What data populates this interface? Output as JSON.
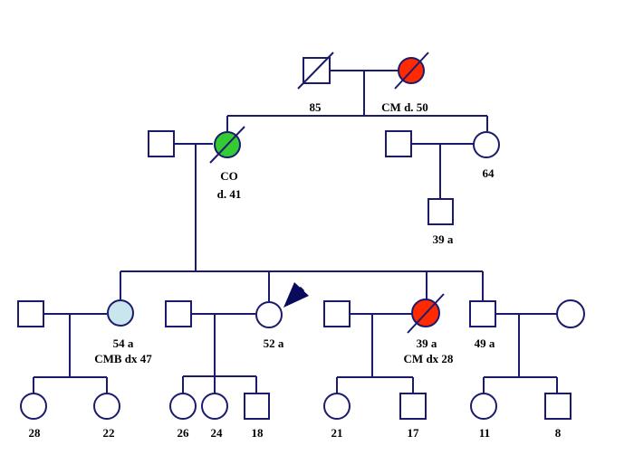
{
  "colors": {
    "line": "#1a1a6e",
    "unaffected": "#ffffff",
    "cm": "#ff2a00",
    "co": "#33cc33",
    "cmb": "#c9e6ee",
    "proband_arrow": "#0a0a5c"
  },
  "generation1": {
    "grandfather": {
      "sex": "male",
      "deceased": true,
      "label": "85"
    },
    "grandmother": {
      "sex": "female",
      "deceased": true,
      "affected": "cm",
      "label": "CM d. 50"
    }
  },
  "generation2": {
    "husband": {
      "sex": "male"
    },
    "mother": {
      "sex": "female",
      "deceased": true,
      "affected": "co",
      "label1": "CO",
      "label2": "d. 41"
    },
    "aunt_husband": {
      "sex": "male"
    },
    "aunt": {
      "sex": "female",
      "label": "64"
    },
    "cousin": {
      "sex": "male",
      "label": "39 a"
    }
  },
  "generation3": {
    "sib1_spouse": {
      "sex": "male"
    },
    "sib1": {
      "sex": "female",
      "affected": "cmb",
      "label1": "54 a",
      "label2": "CMB dx 47"
    },
    "sib2_spouse": {
      "sex": "male"
    },
    "proband": {
      "sex": "female",
      "label": "52 a",
      "is_proband": true
    },
    "sib3_spouse": {
      "sex": "male"
    },
    "sib3": {
      "sex": "female",
      "deceased": true,
      "affected": "cm",
      "label1": "39 a",
      "label2": "CM dx 28"
    },
    "sib4": {
      "sex": "male",
      "label": "49 a"
    },
    "sib4_spouse": {
      "sex": "female"
    }
  },
  "generation4": {
    "children": [
      {
        "sex": "female",
        "label": "28"
      },
      {
        "sex": "female",
        "label": "22"
      },
      {
        "sex": "female",
        "label": "26"
      },
      {
        "sex": "female",
        "label": "24"
      },
      {
        "sex": "male",
        "label": "18"
      },
      {
        "sex": "female",
        "label": "21"
      },
      {
        "sex": "male",
        "label": "17"
      },
      {
        "sex": "female",
        "label": "11"
      },
      {
        "sex": "male",
        "label": "8"
      }
    ]
  }
}
